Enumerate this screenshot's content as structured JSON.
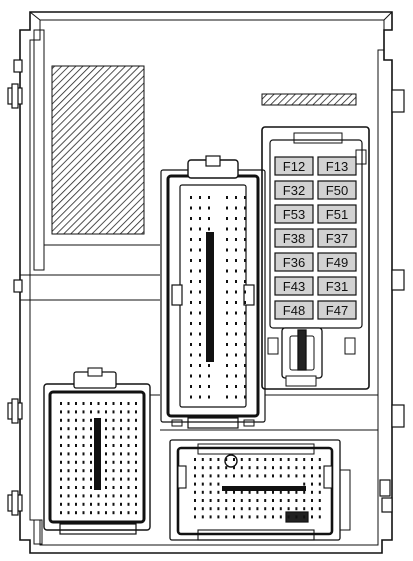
{
  "fuse_box": {
    "fuses": [
      {
        "id": "F12"
      },
      {
        "id": "F13"
      },
      {
        "id": "F32"
      },
      {
        "id": "F50"
      },
      {
        "id": "F53"
      },
      {
        "id": "F51"
      },
      {
        "id": "F38"
      },
      {
        "id": "F37"
      },
      {
        "id": "F36"
      },
      {
        "id": "F49"
      },
      {
        "id": "F43"
      },
      {
        "id": "F31"
      },
      {
        "id": "F48"
      },
      {
        "id": "F47"
      }
    ],
    "colors": {
      "line": "#111111",
      "fuse_fill": "#d2d2d2",
      "paper": "#ffffff"
    }
  }
}
